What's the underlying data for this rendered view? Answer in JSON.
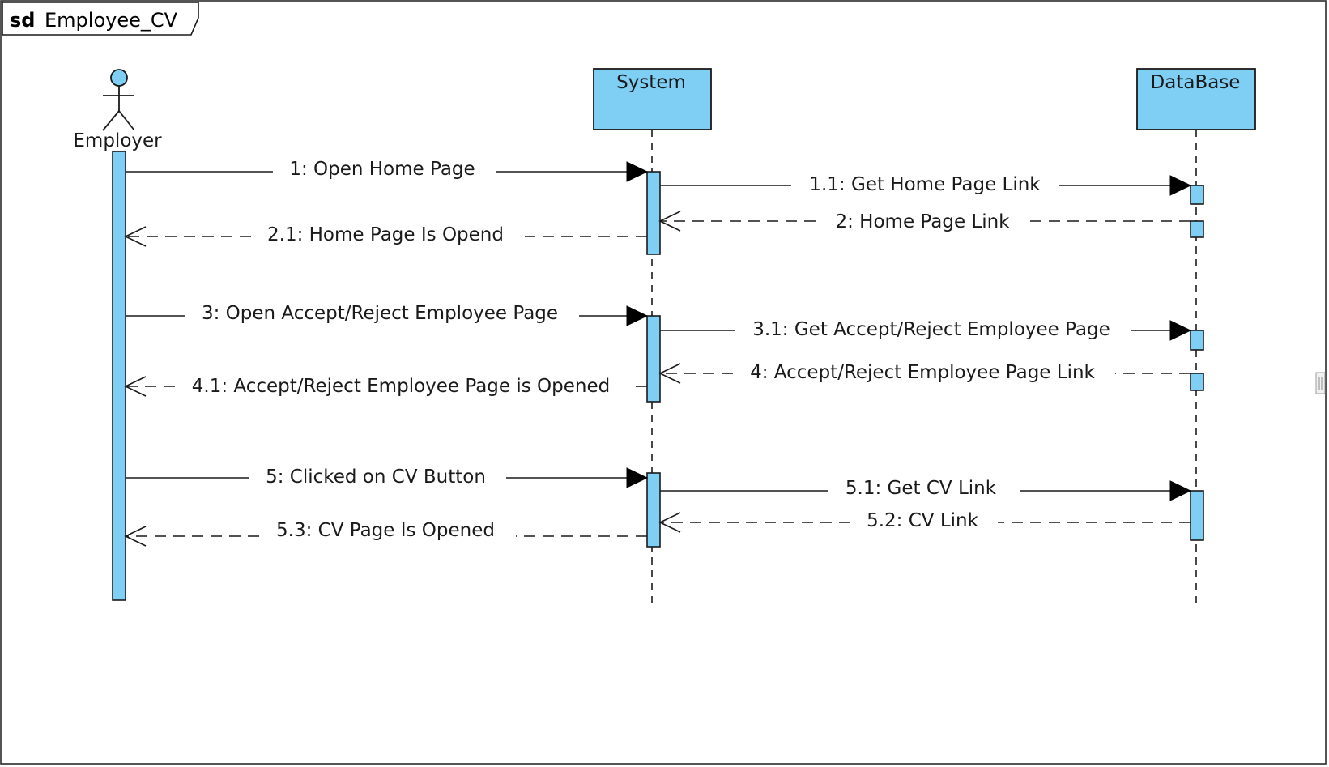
{
  "frame": {
    "keyword": "sd",
    "name": "Employee_CV"
  },
  "actor": {
    "name": "Employer",
    "icon": "stick-figure-actor-icon"
  },
  "lifelines": [
    {
      "id": "system",
      "name": "System"
    },
    {
      "id": "database",
      "name": "DataBase"
    }
  ],
  "messages": [
    {
      "label": "1: Open Home Page",
      "from": "Employer",
      "to": "System",
      "kind": "synchronous"
    },
    {
      "label": "1.1: Get Home Page Link",
      "from": "System",
      "to": "DataBase",
      "kind": "synchronous"
    },
    {
      "label": "2: Home Page Link",
      "from": "DataBase",
      "to": "System",
      "kind": "reply"
    },
    {
      "label": "2.1: Home Page Is Opend",
      "from": "System",
      "to": "Employer",
      "kind": "reply"
    },
    {
      "label": "3: Open Accept/Reject Employee Page",
      "from": "Employer",
      "to": "System",
      "kind": "synchronous"
    },
    {
      "label": "3.1: Get Accept/Reject Employee Page",
      "from": "System",
      "to": "DataBase",
      "kind": "synchronous"
    },
    {
      "label": "4: Accept/Reject Employee Page Link",
      "from": "DataBase",
      "to": "System",
      "kind": "reply"
    },
    {
      "label": "4.1: Accept/Reject Employee Page is Opened",
      "from": "System",
      "to": "Employer",
      "kind": "reply"
    },
    {
      "label": "5: Clicked on CV Button",
      "from": "Employer",
      "to": "System",
      "kind": "synchronous"
    },
    {
      "label": "5.1: Get CV Link",
      "from": "System",
      "to": "DataBase",
      "kind": "synchronous"
    },
    {
      "label": "5.2: CV Link",
      "from": "DataBase",
      "to": "System",
      "kind": "reply"
    },
    {
      "label": "5.3: CV Page Is Opened",
      "from": "System",
      "to": "Employer",
      "kind": "reply"
    }
  ],
  "colors": {
    "lifeline_fill": "#7fcff5",
    "stroke": "#1a1a1a"
  }
}
